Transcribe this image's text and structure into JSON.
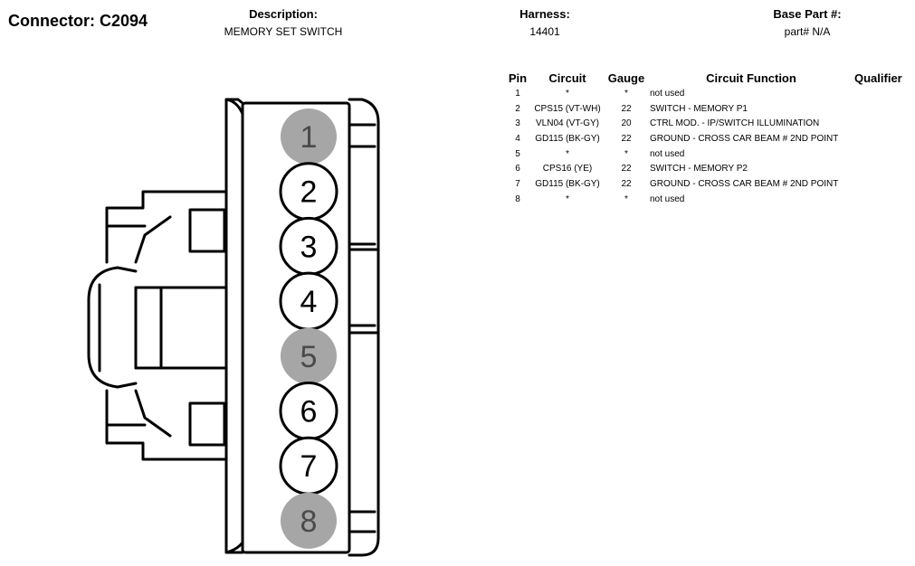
{
  "header": {
    "connector_title": "Connector: C2094",
    "description_label": "Description:",
    "description_value": "MEMORY SET SWITCH",
    "harness_label": "Harness:",
    "harness_value": "14401",
    "base_part_label": "Base Part #:",
    "base_part_value": "part# N/A"
  },
  "table": {
    "headers": {
      "pin": "Pin",
      "circuit": "Circuit",
      "gauge": "Gauge",
      "circuit_function": "Circuit Function",
      "qualifier": "Qualifier"
    },
    "rows": [
      {
        "pin": "1",
        "circuit": "*",
        "gauge": "*",
        "function": "not used"
      },
      {
        "pin": "2",
        "circuit": "CPS15 (VT-WH)",
        "gauge": "22",
        "function": "SWITCH - MEMORY P1"
      },
      {
        "pin": "3",
        "circuit": "VLN04 (VT-GY)",
        "gauge": "20",
        "function": "CTRL MOD. - IP/SWITCH ILLUMINATION"
      },
      {
        "pin": "4",
        "circuit": "GD115 (BK-GY)",
        "gauge": "22",
        "function": "GROUND - CROSS CAR BEAM # 2ND POINT"
      },
      {
        "pin": "5",
        "circuit": "*",
        "gauge": "*",
        "function": "not used"
      },
      {
        "pin": "6",
        "circuit": "CPS16 (YE)",
        "gauge": "22",
        "function": "SWITCH - MEMORY P2"
      },
      {
        "pin": "7",
        "circuit": "GD115 (BK-GY)",
        "gauge": "22",
        "function": "GROUND - CROSS CAR BEAM # 2ND POINT"
      },
      {
        "pin": "8",
        "circuit": "*",
        "gauge": "*",
        "function": "not used"
      }
    ]
  },
  "connector_pins": [
    {
      "label": "1",
      "used": false
    },
    {
      "label": "2",
      "used": true
    },
    {
      "label": "3",
      "used": true
    },
    {
      "label": "4",
      "used": true
    },
    {
      "label": "5",
      "used": false
    },
    {
      "label": "6",
      "used": true
    },
    {
      "label": "7",
      "used": true
    },
    {
      "label": "8",
      "used": false
    }
  ],
  "colors": {
    "unused_pin_fill": "#a6a6a6",
    "used_pin_fill": "#ffffff",
    "outline": "#000000"
  }
}
